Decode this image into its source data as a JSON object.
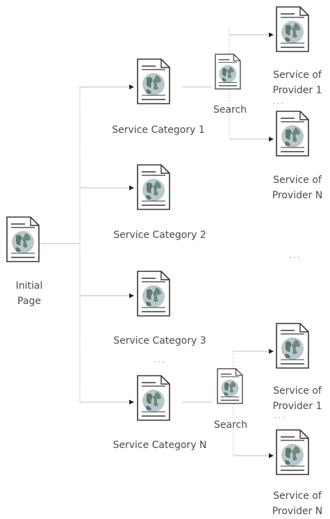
{
  "nodes": {
    "initial": {
      "label_line1": "Initial",
      "label_line2": "Page"
    },
    "cat1": {
      "label": "Service Category 1"
    },
    "cat2": {
      "label": "Service Category 2"
    },
    "cat3": {
      "label": "Service Category 3"
    },
    "catN": {
      "label": "Service Category N"
    },
    "search1": {
      "label": "Search"
    },
    "searchN": {
      "label": "Search"
    },
    "prov1_top": {
      "label_line1": "Service of",
      "label_line2": "Provider 1"
    },
    "provN_top": {
      "label_line1": "Service of",
      "label_line2": "Provider N"
    },
    "prov1_bot": {
      "label_line1": "Service of",
      "label_line2": "Provider 1"
    },
    "provN_bot": {
      "label_line1": "Service of",
      "label_line2": "Provider N"
    }
  },
  "ellipsis": "..."
}
